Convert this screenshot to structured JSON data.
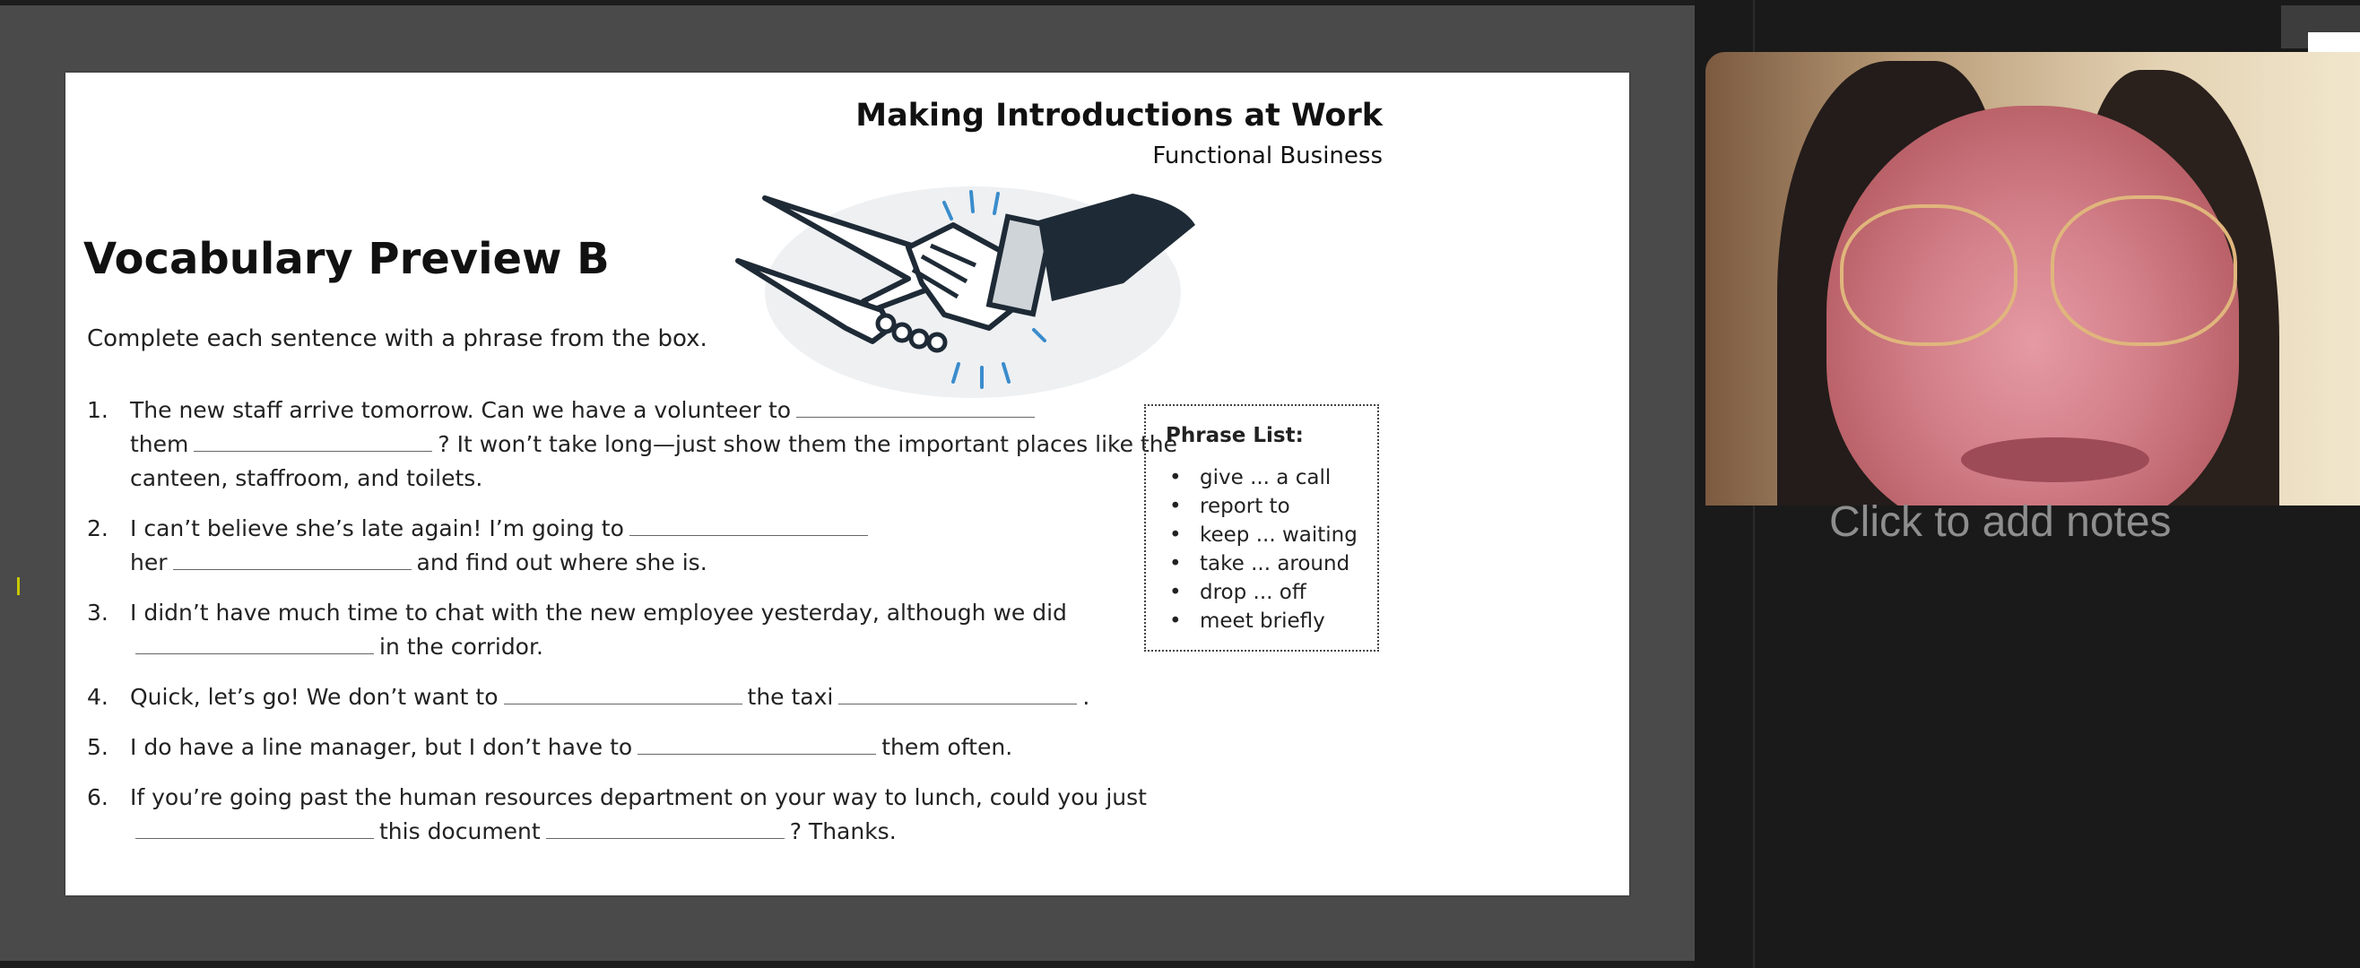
{
  "slide": {
    "title": "Making Introductions at Work",
    "subtitle": "Functional Business",
    "heading": "Vocabulary Preview B",
    "instruction": "Complete each sentence with a phrase from the box.",
    "sentences": [
      {
        "num": "1.",
        "parts": [
          "The new staff arrive tomorrow. Can we have a volunteer to",
          "them",
          "? It won’t take long—just show them the important places like the canteen, staffroom, and toilets."
        ]
      },
      {
        "num": "2.",
        "parts": [
          "I can’t believe she’s late again! I’m going to",
          "her",
          "and find out where she is."
        ]
      },
      {
        "num": "3.",
        "parts": [
          "I didn’t have much time to chat with the new employee yesterday, although we did",
          "in the corridor."
        ]
      },
      {
        "num": "4.",
        "parts": [
          "Quick, let’s go! We don’t want to",
          "the taxi",
          "."
        ]
      },
      {
        "num": "5.",
        "parts": [
          "I do have a line manager, but I don’t have to",
          "them often."
        ]
      },
      {
        "num": "6.",
        "parts": [
          "If you’re going past the human resources department on your way to lunch, could you just",
          "this document",
          "? Thanks."
        ]
      }
    ],
    "phrase_list": {
      "title": "Phrase List:",
      "items": [
        "give ... a call",
        "report to",
        "keep ... waiting",
        "take ... around",
        "drop ... off",
        "meet briefly"
      ]
    }
  },
  "notes": {
    "placeholder": "Click to add notes"
  },
  "colors": {
    "stage_bg": "#4a4a4a",
    "pane_bg": "#1a1a1a",
    "notes_text": "#8e8e8e",
    "handshake": "#1e2a36"
  }
}
